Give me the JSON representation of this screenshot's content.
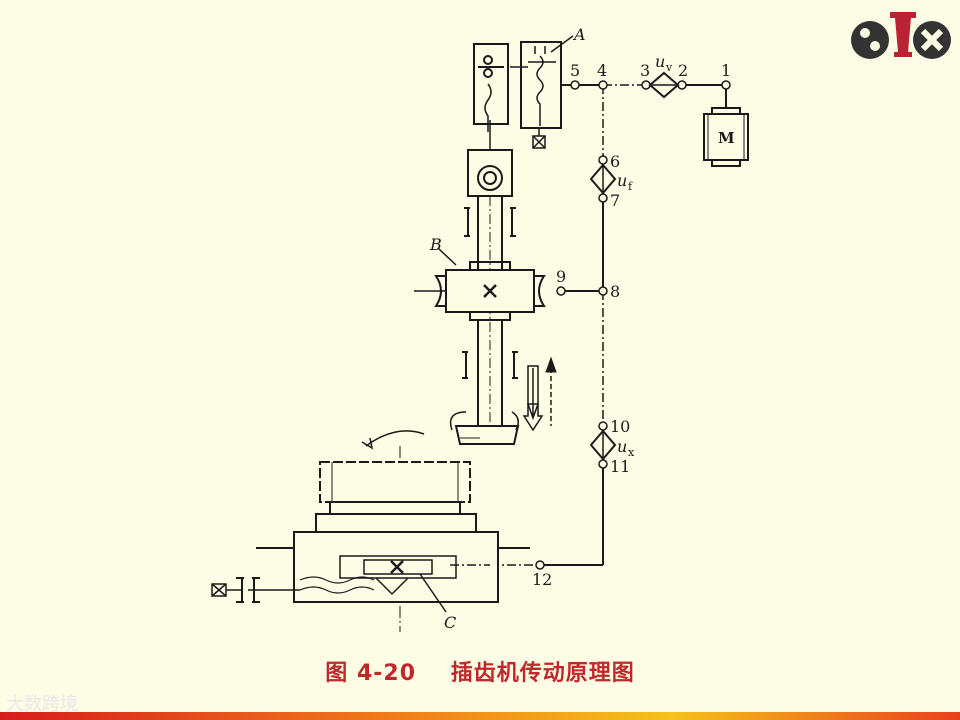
{
  "diagram": {
    "labels": {
      "A": "A",
      "B": "B",
      "C": "C",
      "motor": "M",
      "n1": "1",
      "n2": "2",
      "n3": "3",
      "n4": "4",
      "n5": "5",
      "n6": "6",
      "n7": "7",
      "n8": "8",
      "n9": "9",
      "n10": "10",
      "n11": "11",
      "n12": "12",
      "uv_u": "u",
      "uv_sub": "v",
      "uf_u": "u",
      "uf_sub": "f",
      "ux_u": "u",
      "ux_sub": "x"
    }
  },
  "caption": {
    "figure_number": "图 4-20",
    "title": "插齿机传动原理图"
  },
  "watermark": "大数跨境",
  "colors": {
    "background": "#fdfde6",
    "line": "#1a1a1a",
    "caption": "#c0282c"
  }
}
